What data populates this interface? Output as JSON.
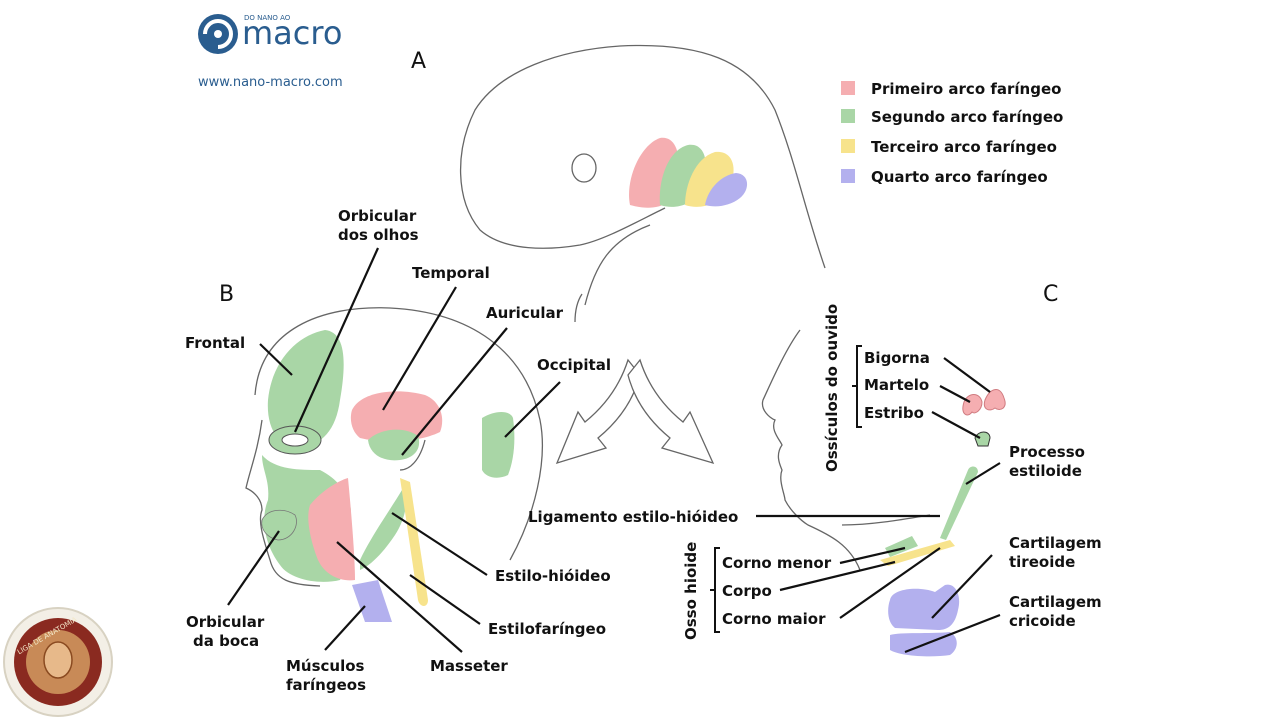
{
  "logo": {
    "small_text": "DO NANO AO",
    "brand": "macro",
    "url": "www.nano-macro.com"
  },
  "seal": {
    "text": "LIGA DE ANATOMIA"
  },
  "panel_letters": {
    "a": "A",
    "b": "B",
    "c": "C"
  },
  "colors": {
    "first_arch": "#f5aeb1",
    "second_arch": "#a9d6a6",
    "third_arch": "#f7e38c",
    "fourth_arch": "#b3b0ee",
    "lines": "#111111",
    "outline": "#666666"
  },
  "legend": [
    {
      "label": "Primeiro arco faríngeo",
      "color": "#f5aeb1"
    },
    {
      "label": "Segundo arco faríngeo",
      "color": "#a9d6a6"
    },
    {
      "label": "Terceiro arco faríngeo",
      "color": "#f7e38c"
    },
    {
      "label": "Quarto arco faríngeo",
      "color": "#b3b0ee"
    }
  ],
  "labels_b": {
    "orbicular_olhos_1": "Orbicular",
    "orbicular_olhos_2": "dos olhos",
    "temporal": "Temporal",
    "frontal": "Frontal",
    "auricular": "Auricular",
    "occipital": "Occipital",
    "estilo_hioideo": "Estilo-hióideo",
    "orbicular_boca_1": "Orbicular",
    "orbicular_boca_2": "da boca",
    "estilofaringeo": "Estilofaríngeo",
    "musculos_1": "Músculos",
    "musculos_2": "faríngeos",
    "masseter": "Masseter"
  },
  "labels_c": {
    "ossiculos_title": "Ossículos do ouvido",
    "bigorna": "Bigorna",
    "martelo": "Martelo",
    "estribo": "Estribo",
    "processo_1": "Processo",
    "processo_2": "estiloide",
    "ligamento": "Ligamento estilo-hióideo",
    "osso_hioide_title": "Osso hioide",
    "corno_menor": "Corno menor",
    "corpo": "Corpo",
    "corno_maior": "Corno maior",
    "tireoide_1": "Cartilagem",
    "tireoide_2": "tireoide",
    "cricoide_1": "Cartilagem",
    "cricoide_2": "cricoide"
  }
}
